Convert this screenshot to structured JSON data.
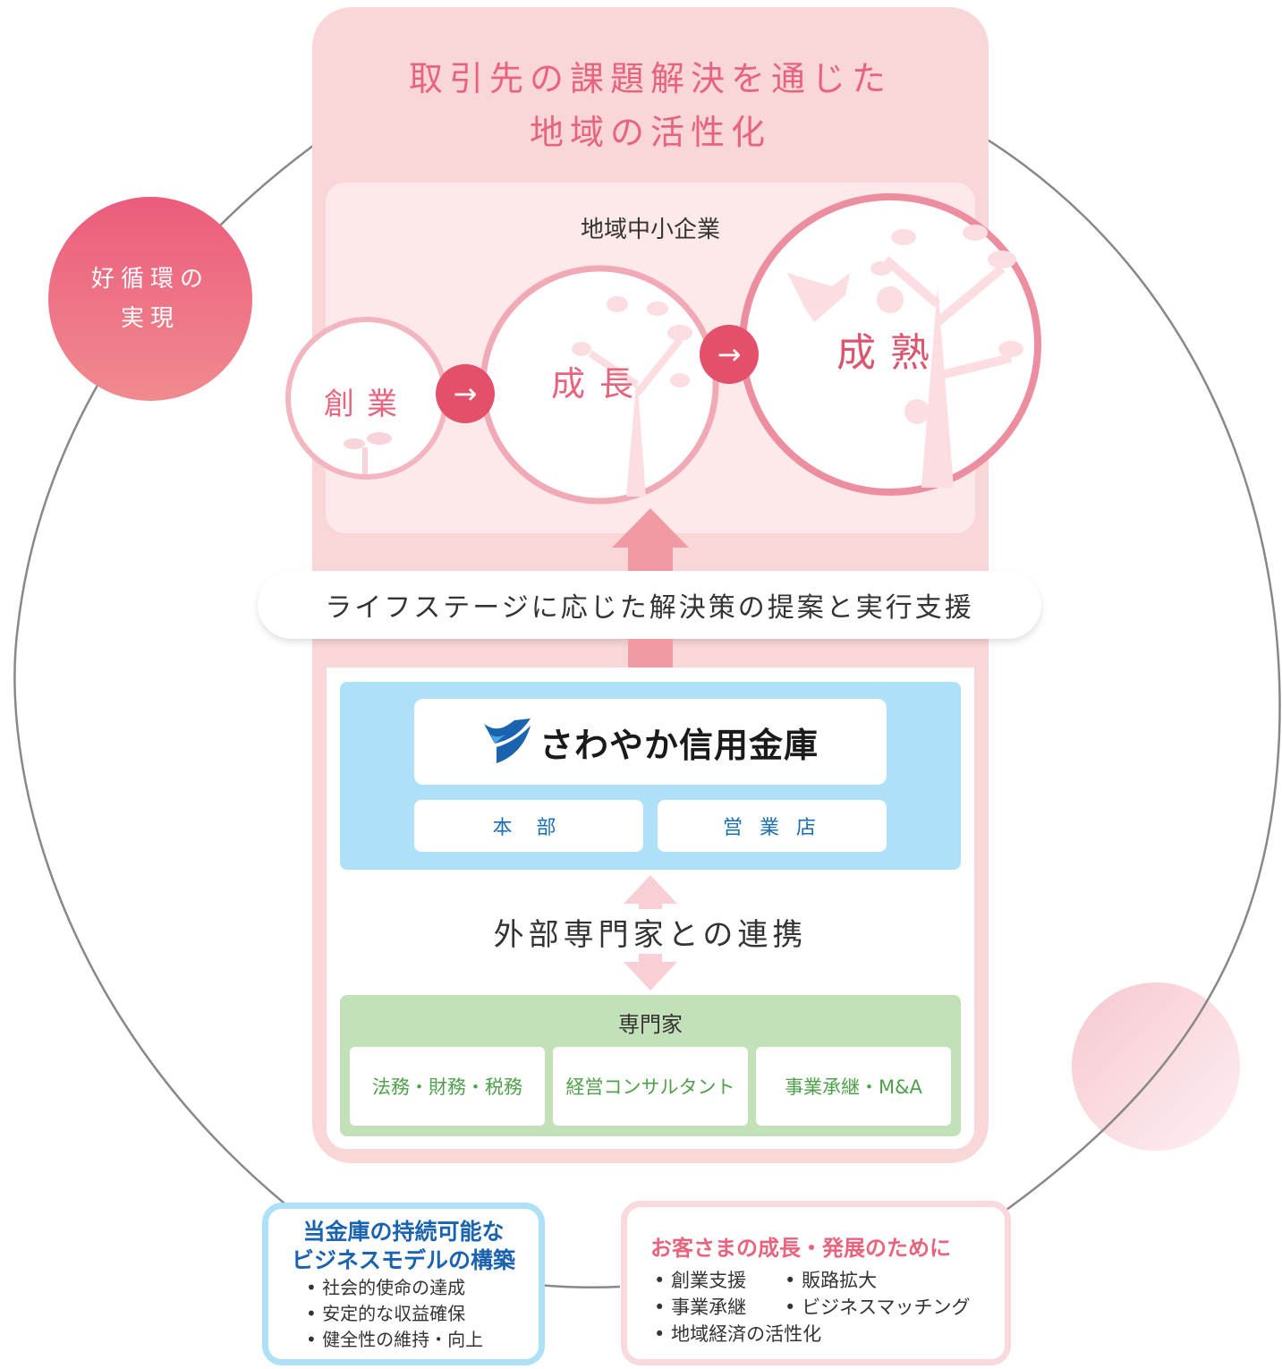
{
  "colors": {
    "pink_bg": "#f9d6d8",
    "pink_title": "#e8647e",
    "pink_text": "#d96277",
    "blue_panel": "#aee0f7",
    "blue_text": "#1a6fb3",
    "green_panel": "#c3e1b9",
    "green_text": "#4fa04a",
    "arrow_gray": "#888888",
    "dark_text": "#333333"
  },
  "title": {
    "line1": "取引先の課題解決を通じた",
    "line2": "地域の活性化"
  },
  "smes": {
    "heading": "地域中小企業",
    "stage1": "創業",
    "stage2": "成長",
    "stage3": "成熟"
  },
  "cycle_badge": {
    "line1": "好循環の",
    "line2": "実現"
  },
  "banner": "ライフステージに応じた解決策の提案と実行支援",
  "bank": {
    "name": "さわやか信用金庫",
    "dept1": "本 部",
    "dept2": "営 業 店"
  },
  "collab": "外部専門家との連携",
  "experts": {
    "heading": "専門家",
    "item1": "法務・財務・税務",
    "item2": "経営コンサルタント",
    "item3": "事業承継・M&A"
  },
  "sustainable": {
    "title1": "当金庫の持続可能な",
    "title2": "ビジネスモデルの構築",
    "bullets": [
      "社会的使命の達成",
      "安定的な収益確保",
      "健全性の維持・向上"
    ]
  },
  "customers": {
    "title": "お客さまの成長・発展のために",
    "bullets": [
      "創業支援",
      "販路拡大",
      "事業承継",
      "ビジネスマッチング",
      "地域経済の活性化"
    ]
  },
  "icons": {
    "arrow_right": "→",
    "bullet": "•"
  }
}
